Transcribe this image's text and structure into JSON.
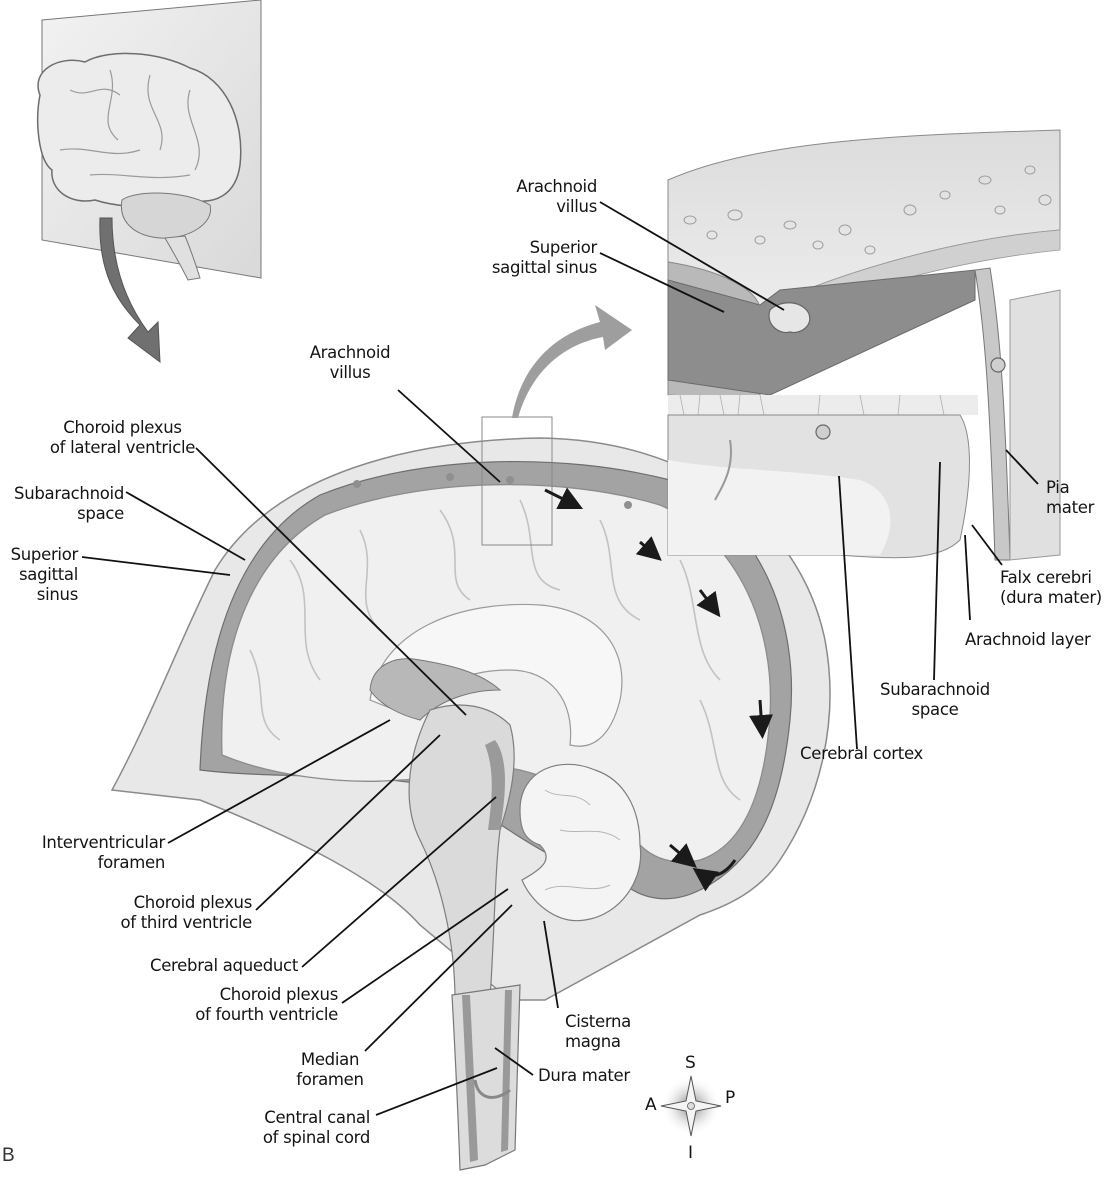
{
  "figure": {
    "panel_letter": "B",
    "colors": {
      "skull": "#e6e6e6",
      "skull_outline": "#8a8a8a",
      "csf_space": "#9b9b9b",
      "brain": "#efefef",
      "brain_outline": "#8c8c8c",
      "arrow_gray": "#7a7a7a",
      "flow_arrow": "#1a1a1a",
      "leader_line": "#111111",
      "sinus_dark": "#8d8d8d"
    }
  },
  "labels": {
    "choroid_lateral": [
      "Choroid plexus",
      "of lateral ventricle"
    ],
    "subarachnoid_left": [
      "Subarachnoid",
      "space"
    ],
    "sinus_left": [
      "Superior",
      "sagittal",
      "sinus"
    ],
    "arachnoid_villus_mid": [
      "Arachnoid",
      "villus"
    ],
    "interventricular": [
      "Interventricular",
      "foramen"
    ],
    "choroid_third": [
      "Choroid plexus",
      "of third ventricle"
    ],
    "cerebral_aqueduct": [
      "Cerebral aqueduct"
    ],
    "choroid_fourth": [
      "Choroid plexus",
      "of fourth ventricle"
    ],
    "median_foramen": [
      "Median",
      "foramen"
    ],
    "central_canal": [
      "Central canal",
      "of spinal cord"
    ],
    "cisterna_magna": [
      "Cisterna",
      "magna"
    ],
    "dura_mater": [
      "Dura mater"
    ],
    "arachnoid_villus_inset": [
      "Arachnoid",
      "villus"
    ],
    "sinus_inset": [
      "Superior",
      "sagittal sinus"
    ],
    "pia_mater": [
      "Pia",
      "mater"
    ],
    "falx_cerebri": [
      "Falx cerebri",
      "(dura mater)"
    ],
    "arachnoid_layer": [
      "Arachnoid layer"
    ],
    "subarachnoid_inset": [
      "Subarachnoid",
      "space"
    ],
    "cerebral_cortex": [
      "Cerebral cortex"
    ]
  },
  "compass": {
    "superior": "S",
    "inferior": "I",
    "anterior": "A",
    "posterior": "P"
  }
}
